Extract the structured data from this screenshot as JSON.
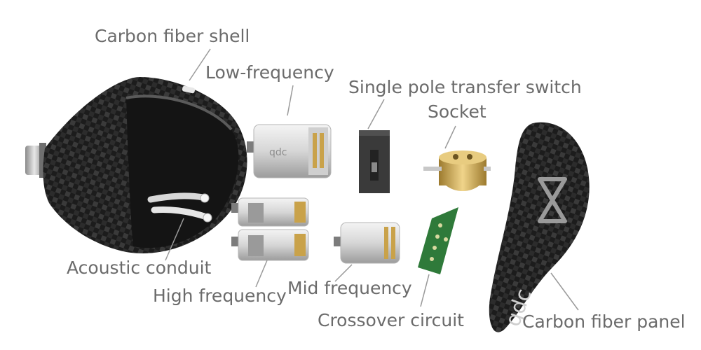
{
  "labels": {
    "carbon_fiber_shell": "Carbon fiber shell",
    "low_frequency": "Low-frequency",
    "single_pole_transfer_switch": "Single pole transfer switch",
    "socket": "Socket",
    "acoustic_conduit": "Acoustic conduit",
    "high_frequency": "High frequency",
    "mid_frequency": "Mid frequency",
    "crossover_circuit": "Crossover circuit",
    "carbon_fiber_panel": "Carbon fiber panel"
  },
  "brand": {
    "logo_text": "qdc"
  },
  "colors": {
    "label": "#6b6b6b",
    "leader": "#9a9a9a",
    "carbon_dark": "#1c1c1c",
    "carbon_light": "#3a3a3a",
    "metal_light": "#e6e6e6",
    "metal_dark": "#9c9c9c",
    "pcb_green": "#2f7a3a",
    "gold": "#c9a24a"
  }
}
